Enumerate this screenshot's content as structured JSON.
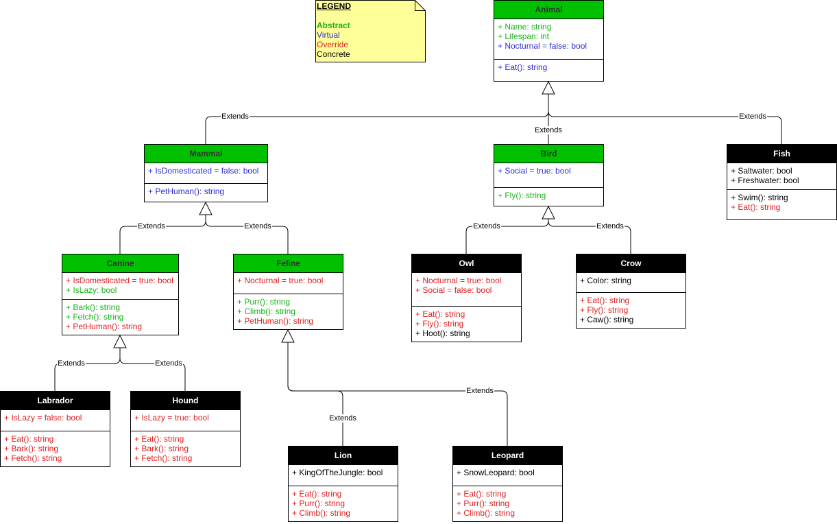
{
  "legend": {
    "title": "LEGEND",
    "abstract": "Abstract",
    "virtual": "Virtual",
    "override": "Override",
    "concrete": "Concrete"
  },
  "colors": {
    "abstract_header": "#00c000",
    "concrete_header": "#000000",
    "abstract_text": "#16b416",
    "virtual_text": "#2b2bd6",
    "override_text": "#e02020",
    "concrete_text": "#000000",
    "legend_fill": "#ffff99"
  },
  "edge_label": "Extends",
  "classes": {
    "animal": {
      "name": "Animal",
      "kind": "abstract",
      "fields": [
        {
          "text": "+ Name: string",
          "type": "abstract"
        },
        {
          "text": "+ Lifespan: int",
          "type": "abstract"
        },
        {
          "text": "+ Nocturnal = false: bool",
          "type": "virtual"
        }
      ],
      "methods": [
        {
          "text": "+ Eat(): string",
          "type": "virtual"
        }
      ]
    },
    "mammal": {
      "name": "Mammal",
      "kind": "abstract",
      "fields": [
        {
          "text": "+ IsDomesticated = false: bool",
          "type": "virtual"
        }
      ],
      "methods": [
        {
          "text": "+ PetHuman(): string",
          "type": "virtual"
        }
      ]
    },
    "bird": {
      "name": "Bird",
      "kind": "abstract",
      "fields": [
        {
          "text": "+ Social = true: bool",
          "type": "virtual"
        }
      ],
      "methods": [
        {
          "text": "+ Fly(): string",
          "type": "abstract"
        }
      ]
    },
    "fish": {
      "name": "Fish",
      "kind": "concrete",
      "fields": [
        {
          "text": "+ Saltwater: bool",
          "type": "concrete"
        },
        {
          "text": "+ Freshwater: bool",
          "type": "concrete"
        }
      ],
      "methods": [
        {
          "text": "+ Swim(): string",
          "type": "concrete"
        },
        {
          "text": "+ Eat(): string",
          "type": "override"
        }
      ]
    },
    "canine": {
      "name": "Canine",
      "kind": "abstract",
      "fields": [
        {
          "text": "+ IsDomesticated = true: bool",
          "type": "override"
        },
        {
          "text": "+ IsLazy: bool",
          "type": "abstract"
        }
      ],
      "methods": [
        {
          "text": "+ Bark(): string",
          "type": "abstract"
        },
        {
          "text": "+ Fetch(): string",
          "type": "abstract"
        },
        {
          "text": "+ PetHuman(): string",
          "type": "override"
        }
      ]
    },
    "feline": {
      "name": "Feline",
      "kind": "abstract",
      "fields": [
        {
          "text": "+ Nocturnal = true: bool",
          "type": "override"
        }
      ],
      "methods": [
        {
          "text": "+ Purr(): string",
          "type": "abstract"
        },
        {
          "text": "+ Climb(): string",
          "type": "abstract"
        },
        {
          "text": "+ PetHuman(): string",
          "type": "override"
        }
      ]
    },
    "owl": {
      "name": "Owl",
      "kind": "concrete",
      "fields": [
        {
          "text": "+ Nocturnal = true: bool",
          "type": "override"
        },
        {
          "text": "+ Social = false: bool",
          "type": "override"
        }
      ],
      "methods": [
        {
          "text": "+ Eat(): string",
          "type": "override"
        },
        {
          "text": "+ Fly(): string",
          "type": "override"
        },
        {
          "text": "+ Hoot(): string",
          "type": "concrete"
        }
      ]
    },
    "crow": {
      "name": "Crow",
      "kind": "concrete",
      "fields": [
        {
          "text": "+ Color: string",
          "type": "concrete"
        }
      ],
      "methods": [
        {
          "text": "+ Eat(): string",
          "type": "override"
        },
        {
          "text": "+ Fly(): string",
          "type": "override"
        },
        {
          "text": "+ Caw(): string",
          "type": "concrete"
        }
      ]
    },
    "labrador": {
      "name": "Labrador",
      "kind": "concrete",
      "fields": [
        {
          "text": "+ IsLazy = false: bool",
          "type": "override"
        }
      ],
      "methods": [
        {
          "text": "+ Eat(): string",
          "type": "override"
        },
        {
          "text": "+ Bark(): string",
          "type": "override"
        },
        {
          "text": "+ Fetch(): string",
          "type": "override"
        }
      ]
    },
    "hound": {
      "name": "Hound",
      "kind": "concrete",
      "fields": [
        {
          "text": "+ IsLazy = true: bool",
          "type": "override"
        }
      ],
      "methods": [
        {
          "text": "+ Eat(): string",
          "type": "override"
        },
        {
          "text": "+ Bark(): string",
          "type": "override"
        },
        {
          "text": "+ Fetch(): string",
          "type": "override"
        }
      ]
    },
    "lion": {
      "name": "Lion",
      "kind": "concrete",
      "fields": [
        {
          "text": "+ KingOfTheJungle: bool",
          "type": "concrete"
        }
      ],
      "methods": [
        {
          "text": "+ Eat(): string",
          "type": "override"
        },
        {
          "text": "+ Purr(): string",
          "type": "override"
        },
        {
          "text": "+ Climb(): string",
          "type": "override"
        }
      ]
    },
    "leopard": {
      "name": "Leopard",
      "kind": "concrete",
      "fields": [
        {
          "text": "+ SnowLeopard: bool",
          "type": "concrete"
        }
      ],
      "methods": [
        {
          "text": "+ Eat(): string",
          "type": "override"
        },
        {
          "text": "+ Purr(): string",
          "type": "override"
        },
        {
          "text": "+ Climb(): string",
          "type": "override"
        }
      ]
    }
  }
}
